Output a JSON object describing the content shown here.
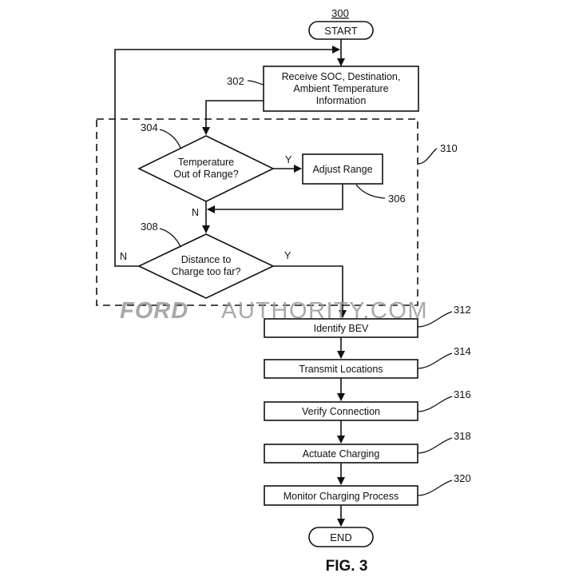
{
  "figure": {
    "caption": "FIG. 3",
    "watermark": {
      "bold_part": "FORD",
      "light_part": "AUTHORITY.COM"
    }
  },
  "terminals": {
    "start": {
      "ref": "300",
      "label": "START"
    },
    "end": {
      "label": "END"
    }
  },
  "steps": {
    "receive": {
      "ref": "302",
      "lines": [
        "Receive SOC, Destination,",
        "Ambient Temperature",
        "Information"
      ]
    },
    "adjust": {
      "ref": "306",
      "label": "Adjust Range"
    },
    "identify": {
      "ref": "312",
      "label": "Identify BEV"
    },
    "transmit": {
      "ref": "314",
      "label": "Transmit Locations"
    },
    "verify": {
      "ref": "316",
      "label": "Verify Connection"
    },
    "actuate": {
      "ref": "318",
      "label": "Actuate Charging"
    },
    "monitor": {
      "ref": "320",
      "label": "Monitor Charging Process"
    }
  },
  "decisions": {
    "temperature": {
      "ref": "304",
      "lines": [
        "Temperature",
        "Out of Range?"
      ],
      "yes": "Y",
      "no": "N"
    },
    "distance": {
      "ref": "308",
      "lines": [
        "Distance to",
        "Charge too far?"
      ],
      "yes": "Y",
      "no": "N"
    }
  },
  "group": {
    "ref": "310"
  }
}
